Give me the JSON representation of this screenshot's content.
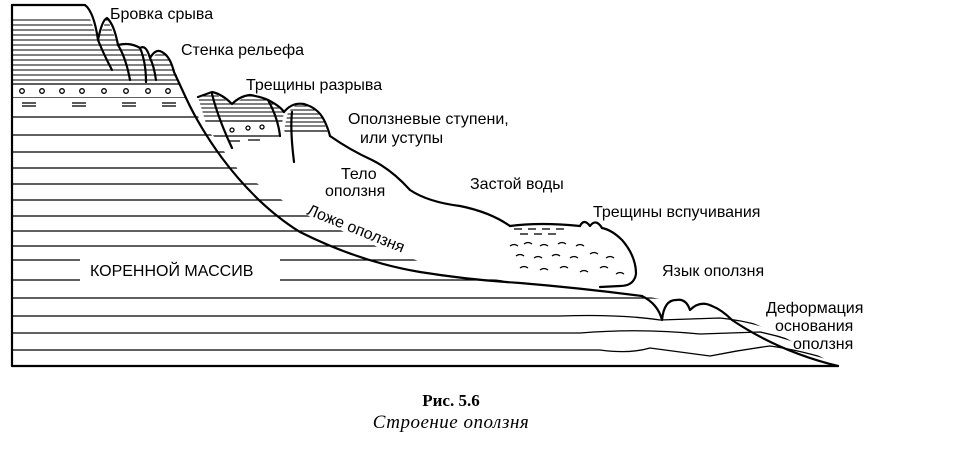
{
  "labels": {
    "scarp_edge": "Бровка срыва",
    "relief_wall": "Стенка рельефа",
    "rupture_cracks": "Трещины разрыва",
    "landslide_steps_1": "Оползневые ступени,",
    "landslide_steps_2": "или уступы",
    "body_1": "Тело",
    "body_2": "оползня",
    "stagnant_water": "Застой воды",
    "bed": "Ложе оползня",
    "swelling_cracks": "Трещины вспучивания",
    "bedrock": "КОРЕННОЙ МАССИВ",
    "tongue": "Язык оползня",
    "base_deformation_1": "Деформация",
    "base_deformation_2": "основания",
    "base_deformation_3": "оползня"
  },
  "caption": {
    "number": "Рис. 5.6",
    "title": "Строение оползня"
  },
  "colors": {
    "ink": "#000000",
    "paper": "#ffffff"
  }
}
